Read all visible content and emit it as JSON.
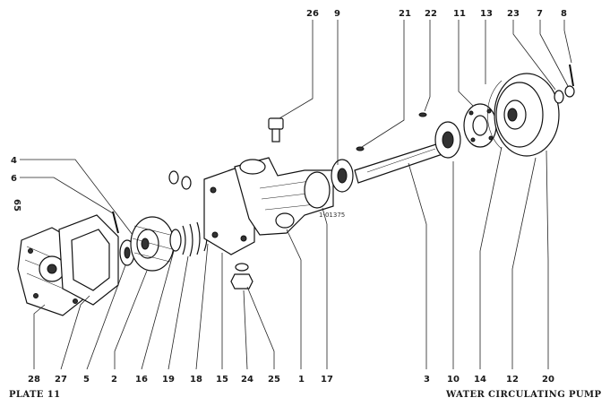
{
  "caption": {
    "plate": "PLATE 11",
    "title": "WATER CIRCULATING PUMP"
  },
  "page_number": "65",
  "drawing_ref": "1-01375",
  "part_numbers": {
    "top": [
      "26",
      "9",
      "21",
      "22",
      "11",
      "13",
      "23",
      "7",
      "8"
    ],
    "left": [
      "4",
      "6"
    ],
    "bottom": [
      "28",
      "27",
      "5",
      "2",
      "16",
      "19",
      "18",
      "15",
      "24",
      "25",
      "1",
      "17",
      "3",
      "10",
      "14",
      "12",
      "20"
    ]
  }
}
